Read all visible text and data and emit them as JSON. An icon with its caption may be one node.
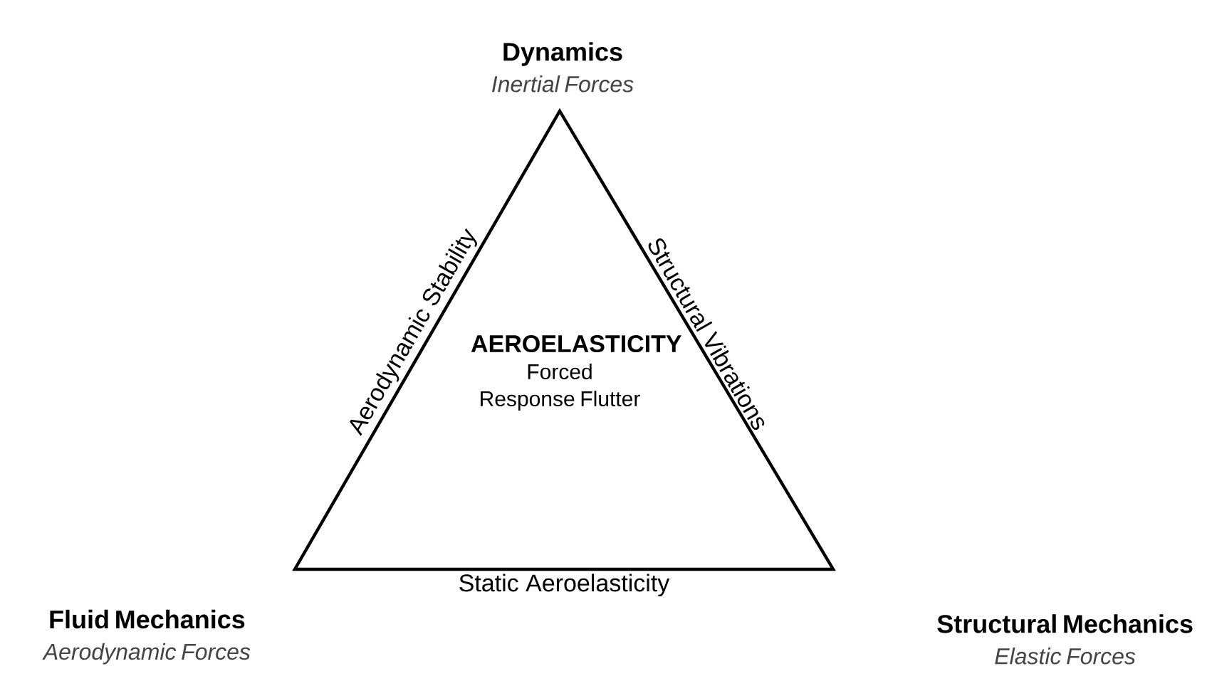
{
  "diagram": {
    "nodes": [
      {
        "text": [
          "AEROELASTICITY",
          "Forced Response Flutter"
        ]
      },
      {
        "text": [
          "Dynamics",
          "Inertial Forces"
        ]
      },
      {
        "text": [
          "Fluid Mechanics",
          "Aerodynamic Forces"
        ]
      },
      {
        "text": [
          "Structural Mechanics",
          "Elastic Forces"
        ]
      }
    ],
    "labels": [
      "Aerodynamic Stability",
      "Structural Vibrations",
      "Static Aeroelasticity"
    ]
  }
}
